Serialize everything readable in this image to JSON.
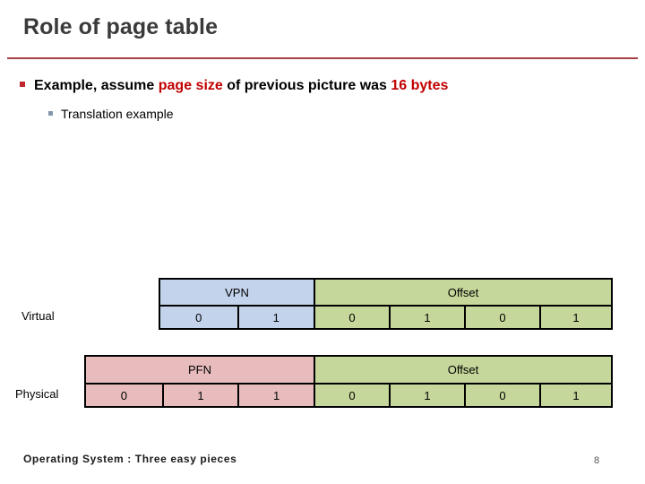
{
  "slide": {
    "title": "Role of page table",
    "accent_rule_color": "#a64146",
    "title_color": "#3a3a3a"
  },
  "bullets": {
    "level1": {
      "marker": "square-bullet-icon",
      "marker_color": "#c0272d",
      "segments": [
        {
          "text": "Example, assume ",
          "highlight": false
        },
        {
          "text": "page size",
          "highlight": true
        },
        {
          "text": " of previous picture was ",
          "highlight": false
        },
        {
          "text": "16 bytes",
          "highlight": true
        }
      ],
      "highlight_color": "#c00000"
    },
    "level2": {
      "marker": "square-bullet-icon",
      "marker_color": "#8496ad",
      "text": "Translation example"
    }
  },
  "diagram": {
    "rows": [
      {
        "label": "Virtual",
        "headers": [
          {
            "label": "VPN",
            "color": "#c3d3ec",
            "span": 2
          },
          {
            "label": "Offset",
            "color": "#c5d79a",
            "span": 4
          }
        ],
        "bits": [
          {
            "value": "0",
            "color": "#c3d3ec"
          },
          {
            "value": "1",
            "color": "#c3d3ec"
          },
          {
            "value": "0",
            "color": "#c5d79a"
          },
          {
            "value": "1",
            "color": "#c5d79a"
          },
          {
            "value": "0",
            "color": "#c5d79a"
          },
          {
            "value": "1",
            "color": "#c5d79a"
          }
        ]
      },
      {
        "label": "Physical",
        "headers": [
          {
            "label": "PFN",
            "color": "#e8bcbd",
            "span": 3
          },
          {
            "label": "Offset",
            "color": "#c5d79a",
            "span": 4
          }
        ],
        "bits": [
          {
            "value": "0",
            "color": "#e8bcbd"
          },
          {
            "value": "1",
            "color": "#e8bcbd"
          },
          {
            "value": "1",
            "color": "#e8bcbd"
          },
          {
            "value": "0",
            "color": "#c5d79a"
          },
          {
            "value": "1",
            "color": "#c5d79a"
          },
          {
            "value": "0",
            "color": "#c5d79a"
          },
          {
            "value": "1",
            "color": "#c5d79a"
          }
        ]
      }
    ]
  },
  "footer": {
    "text": "Operating System : Three easy pieces",
    "page_number": "8"
  }
}
